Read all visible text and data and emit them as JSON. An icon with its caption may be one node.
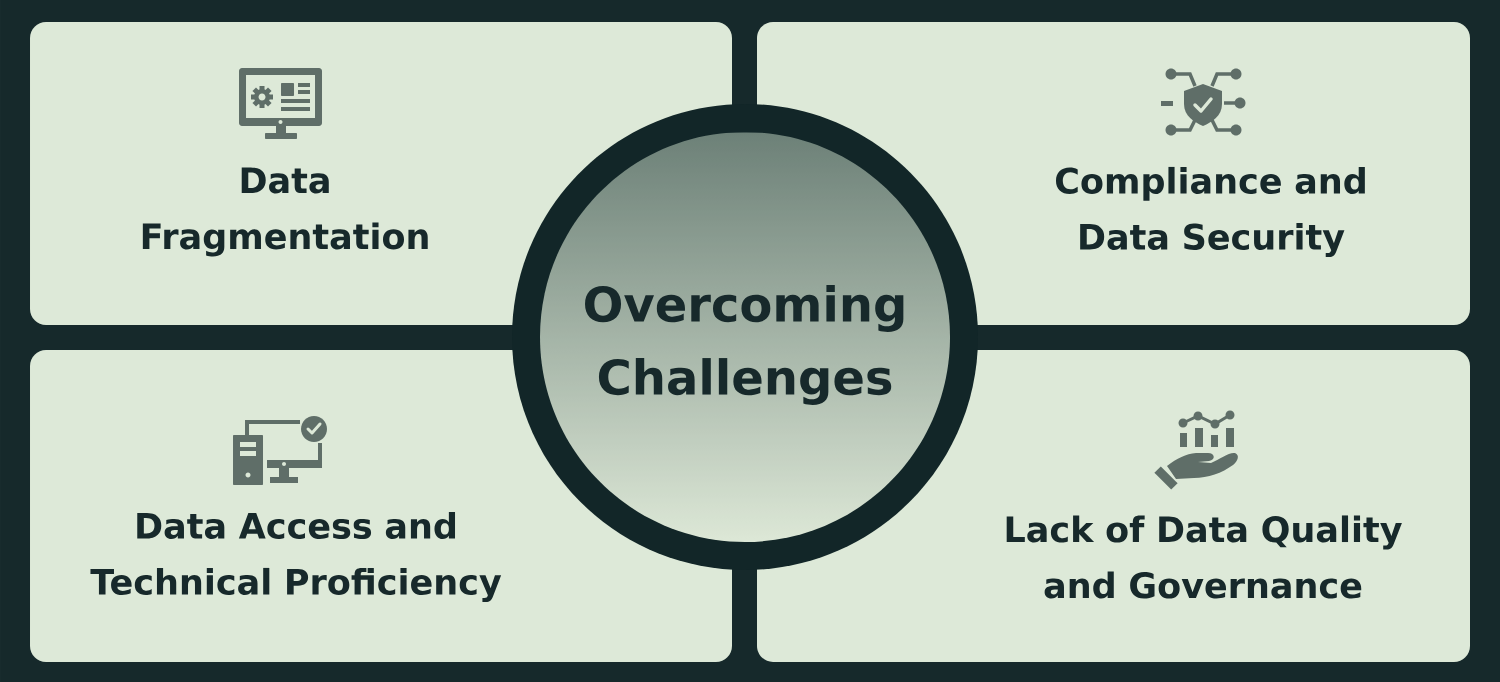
{
  "diagram": {
    "nodes": [
      {
        "text": [
          "Data Fragmentation"
        ]
      },
      {
        "text": [
          "Compliance and Data Security"
        ]
      },
      {
        "text": [
          "Overcoming Challenges"
        ]
      },
      {
        "text": [
          "Data Access and Technical Proficiency"
        ]
      },
      {
        "text": [
          "Lack of Data Quality and Governance"
        ]
      }
    ]
  }
}
